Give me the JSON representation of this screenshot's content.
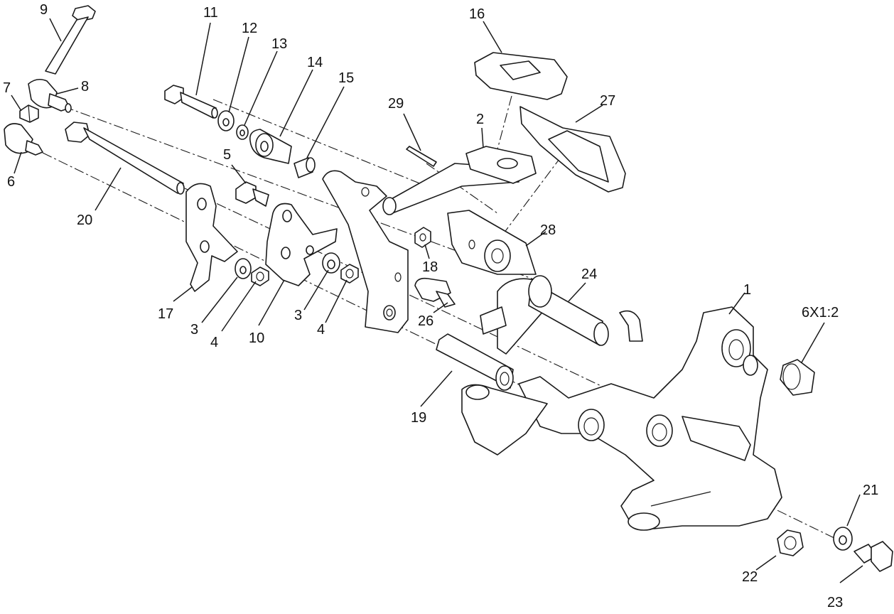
{
  "callouts": {
    "c1": "1",
    "c2": "2",
    "c3a": "3",
    "c3b": "3",
    "c4a": "4",
    "c4b": "4",
    "c5": "5",
    "c6": "6",
    "c7": "7",
    "c8": "8",
    "c9": "9",
    "c10": "10",
    "c11": "11",
    "c12": "12",
    "c13": "13",
    "c14": "14",
    "c15": "15",
    "c16": "16",
    "c17": "17",
    "c18": "18",
    "c19": "19",
    "c20": "20",
    "c21": "21",
    "c22": "22",
    "c23": "23",
    "c24": "24",
    "c26": "26",
    "c27": "27",
    "c28": "28",
    "c29": "29",
    "ratio": "6X1:2"
  },
  "colors": {
    "line": "#1a1a1a",
    "background": "#ffffff"
  }
}
